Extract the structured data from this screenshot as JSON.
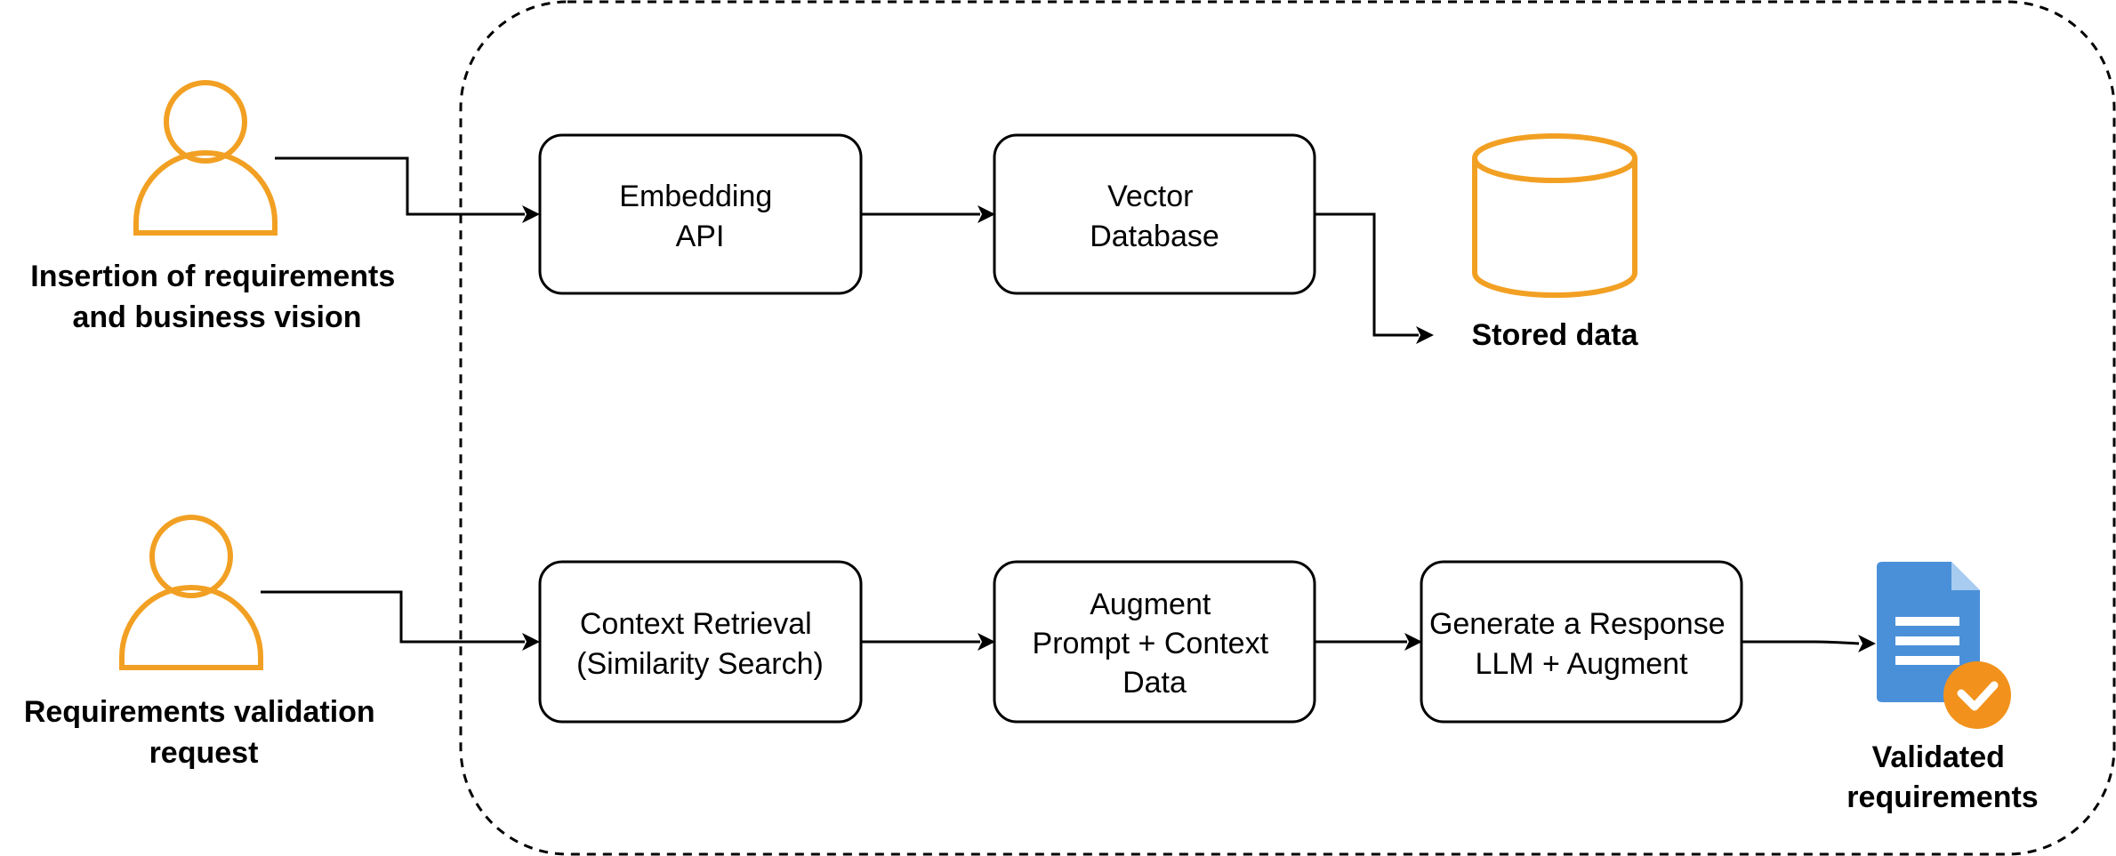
{
  "colors": {
    "actor": "#F2A023",
    "database": "#F2A023",
    "document": "#4A90D9",
    "document_fold": "#A8CBF0",
    "badge": "#F2921C",
    "line": "#000000"
  },
  "icons": {
    "actor_insertion": "person-icon",
    "actor_validation": "person-icon",
    "stored_data": "database-cylinder-icon",
    "validated_requirements": "document-check-icon"
  },
  "actors": {
    "insertion": {
      "line1": "Insertion of requirements",
      "line2": "and business vision"
    },
    "validation": {
      "line1": "Requirements validation",
      "line2": "request"
    }
  },
  "steps": {
    "embedding": {
      "line1": "Embedding",
      "line2": "API"
    },
    "vector_db": {
      "line1": "Vector",
      "line2": "Database"
    },
    "context_retrieval": {
      "line1": "Context Retrieval",
      "line2": "(Similarity Search)"
    },
    "augment": {
      "line1": "Augment",
      "line2": "Prompt + Context",
      "line3": "Data"
    },
    "generate": {
      "line1": "Generate a Response",
      "line2": "LLM + Augment"
    }
  },
  "outputs": {
    "stored_data": "Stored data",
    "validated": {
      "line1": "Validated",
      "line2": "requirements"
    }
  }
}
